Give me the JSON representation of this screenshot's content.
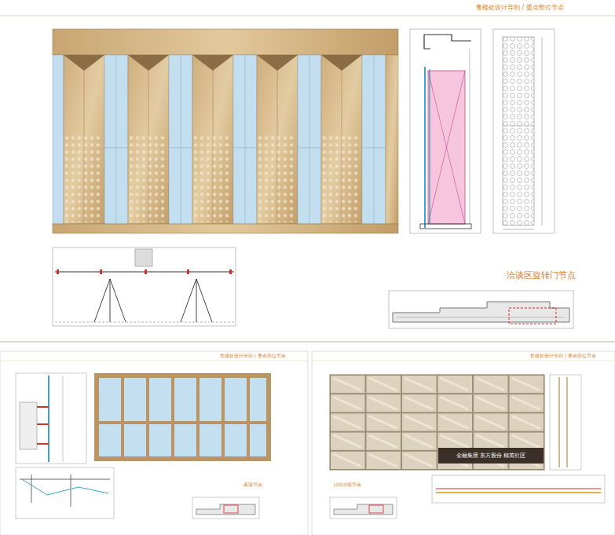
{
  "diagram": {
    "nodes": [
      {
        "text": [
          "金融集团 东方股份 精英社区"
        ]
      }
    ],
    "labels": [
      "售楼处设计导则 / 重点部位节点",
      "洽谈区旋转门节点",
      "售楼处设计导则 | 重点部位节点",
      "售楼处设计导则 | 重点部位节点",
      "幕墙节点",
      "LOGO墙节点"
    ]
  }
}
